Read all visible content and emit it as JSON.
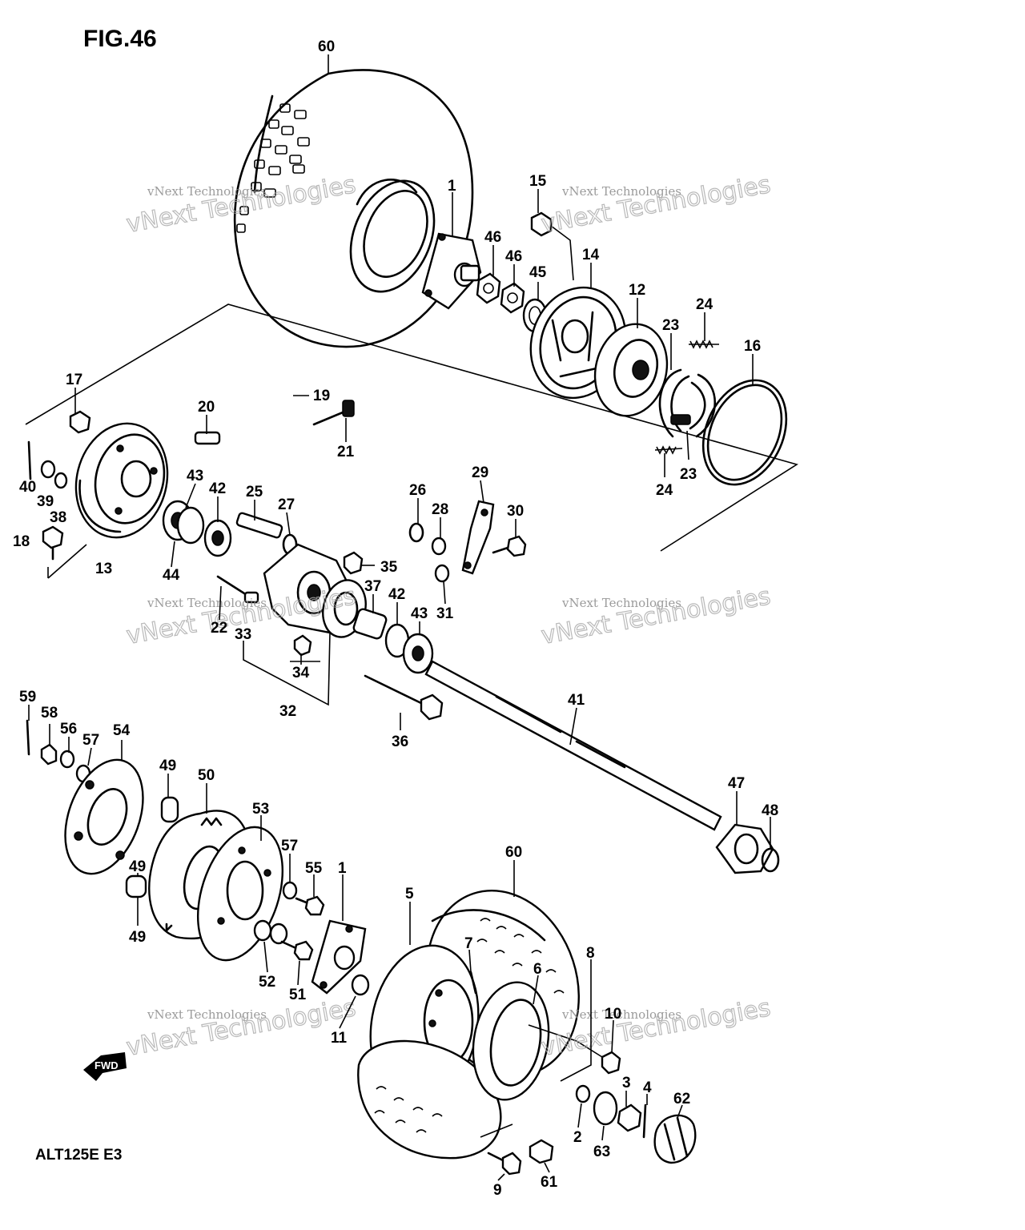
{
  "figure": {
    "title": "FIG.46",
    "model": "ALT125E E3"
  },
  "direction_arrow": {
    "label": "FWD"
  },
  "watermark": {
    "line1": "vNext Technologies",
    "line2": "vNext Technologies"
  },
  "callouts": [
    "60",
    "1",
    "15",
    "14",
    "46",
    "46",
    "45",
    "12",
    "24",
    "23",
    "16",
    "23",
    "24",
    "17",
    "19",
    "20",
    "21",
    "40",
    "39",
    "38",
    "43",
    "42",
    "25",
    "27",
    "26",
    "28",
    "29",
    "30",
    "18",
    "13",
    "44",
    "35",
    "37",
    "42",
    "43",
    "31",
    "22",
    "33",
    "34",
    "32",
    "36",
    "41",
    "47",
    "48",
    "59",
    "58",
    "56",
    "57",
    "54",
    "49",
    "50",
    "53",
    "57",
    "55",
    "1",
    "60",
    "49",
    "49",
    "5",
    "7",
    "8",
    "52",
    "51",
    "11",
    "6",
    "10",
    "2",
    "3",
    "4",
    "62",
    "63",
    "9",
    "61"
  ]
}
